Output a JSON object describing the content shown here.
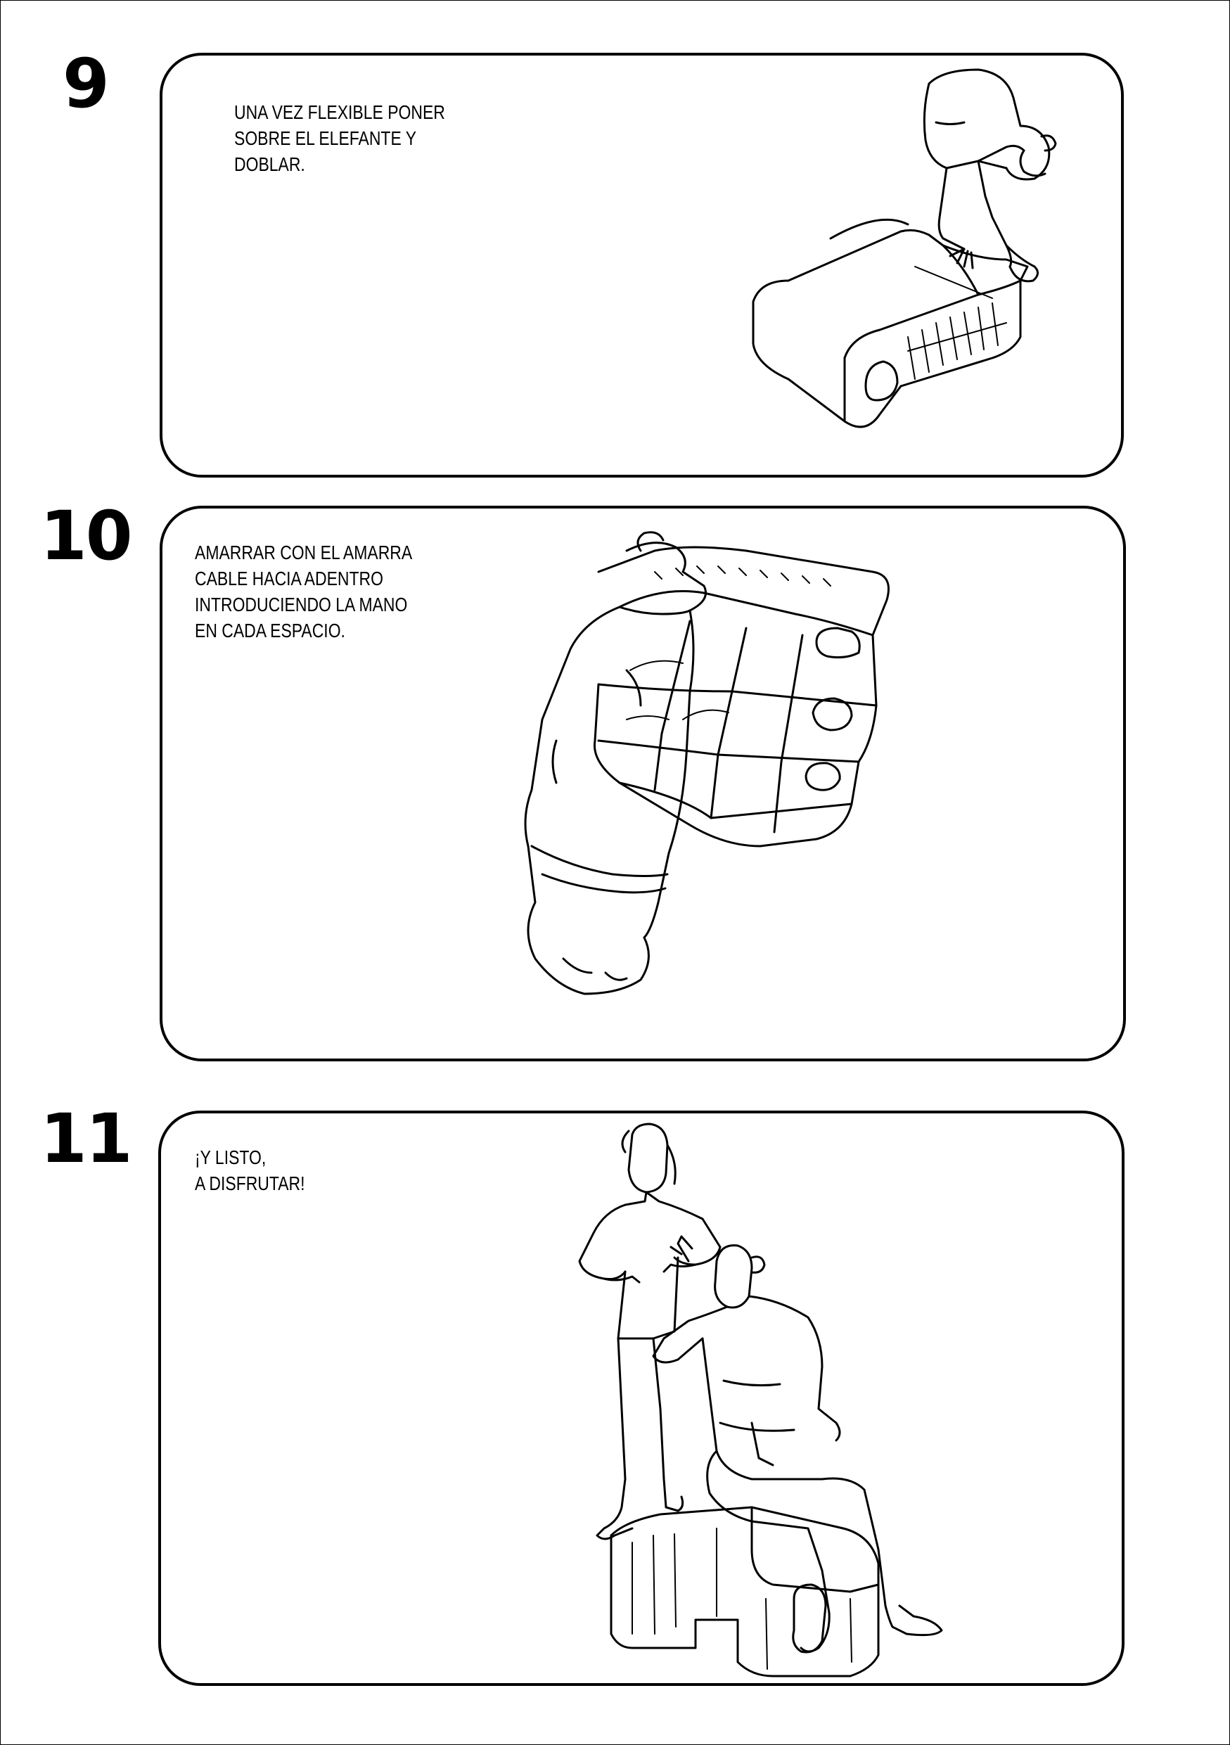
{
  "steps": [
    {
      "number": "9",
      "caption": "UNA VEZ FLEXIBLE PONER\nSOBRE EL ELEFANTE Y\nDOBLAR."
    },
    {
      "number": "10",
      "caption": "AMARRAR CON EL AMARRA\nCABLE HACIA ADENTRO\nINTRODUCIENDO LA MANO\nEN CADA ESPACIO."
    },
    {
      "number": "11",
      "caption": "¡Y LISTO,\nA DISFRUTAR!"
    }
  ]
}
